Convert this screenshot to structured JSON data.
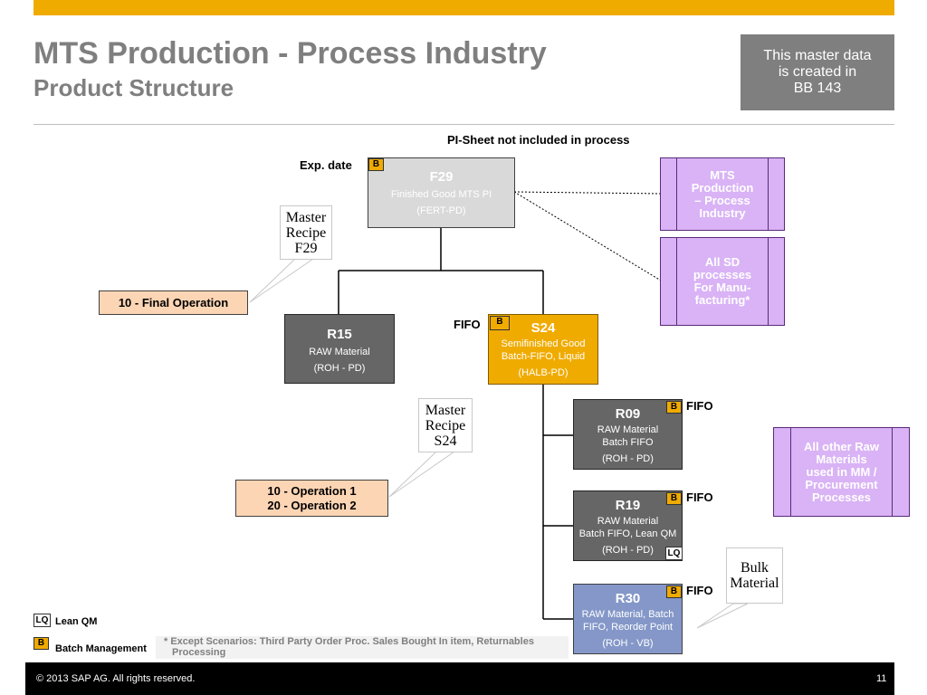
{
  "header": {
    "title": "MTS Production - Process Industry",
    "subtitle": "Product Structure",
    "master_note": [
      "This master data",
      "is created in",
      "BB 143"
    ]
  },
  "diagram": {
    "top_label": "PI-Sheet not included in process",
    "exp_label": "Exp. date",
    "fifo_label": "FIFO",
    "badge_b": "B",
    "badge_lq": "LQ",
    "nodes": {
      "f29": {
        "title": "F29",
        "sub": "Finished Good MTS PI",
        "code": "(FERT-PD)"
      },
      "r15": {
        "title": "R15",
        "sub": "RAW Material",
        "code": "(ROH - PD)"
      },
      "s24": {
        "title": "S24",
        "sub1": "Semifinished Good",
        "sub2": "Batch-FIFO, Liquid",
        "code": "(HALB-PD)"
      },
      "r09": {
        "title": "R09",
        "sub1": "RAW Material",
        "sub2": "Batch FIFO",
        "code": "(ROH - PD)"
      },
      "r19": {
        "title": "R19",
        "sub1": "RAW Material",
        "sub2": "Batch FIFO, Lean QM",
        "code": "(ROH - PD)"
      },
      "r30": {
        "title": "R30",
        "sub1": "RAW Material, Batch",
        "sub2": "FIFO, Reorder Point",
        "code": "(ROH - VB)"
      }
    },
    "callouts": {
      "recipe_f29": [
        "Master",
        "Recipe",
        "F29"
      ],
      "recipe_s24": [
        "Master",
        "Recipe",
        "S24"
      ],
      "bulk": [
        "Bulk",
        "Material"
      ]
    },
    "operations": {
      "final": "10 - Final Operation",
      "op1": "10 - Operation 1",
      "op2": "20 - Operation 2"
    },
    "side_boxes": {
      "mts": [
        "MTS",
        "Production",
        "– Process",
        "Industry"
      ],
      "sd": [
        "All SD",
        "processes",
        "For Manu-",
        "facturing*"
      ],
      "raw": [
        "All other Raw",
        "Materials",
        "used in MM /",
        "Procurement",
        "Processes"
      ]
    }
  },
  "legend": {
    "lean_qm": "Lean QM",
    "batch_mgmt": "Batch Management"
  },
  "footnote": "* Except Scenarios: Third Party Order Proc. Sales Bought In item, Returnables Processing",
  "footer": {
    "copyright": "©  2013 SAP AG. All rights reserved.",
    "page": "11"
  },
  "colors": {
    "accent_gold": "#f0ab00",
    "title_gray": "#7f7f7f",
    "purple": "#d9b3f5",
    "op_peach": "#fcd5b4"
  }
}
